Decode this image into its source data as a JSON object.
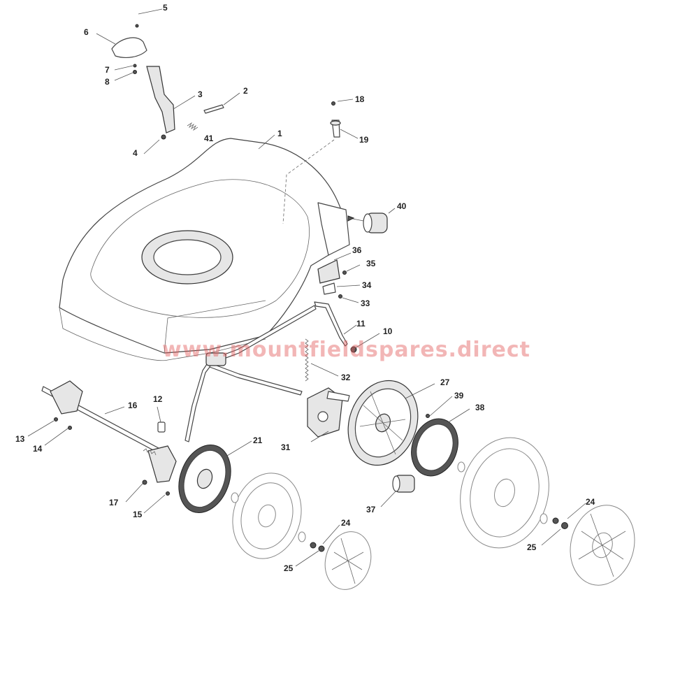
{
  "watermark": "www.mountfieldspares.direct",
  "callouts": [
    "1",
    "2",
    "3",
    "4",
    "5",
    "6",
    "7",
    "8",
    "10",
    "11",
    "12",
    "13",
    "14",
    "15",
    "16",
    "17",
    "18",
    "19",
    "21",
    "24",
    "24",
    "25",
    "25",
    "27",
    "31",
    "32",
    "33",
    "34",
    "35",
    "36",
    "37",
    "38",
    "39",
    "40",
    "41"
  ]
}
